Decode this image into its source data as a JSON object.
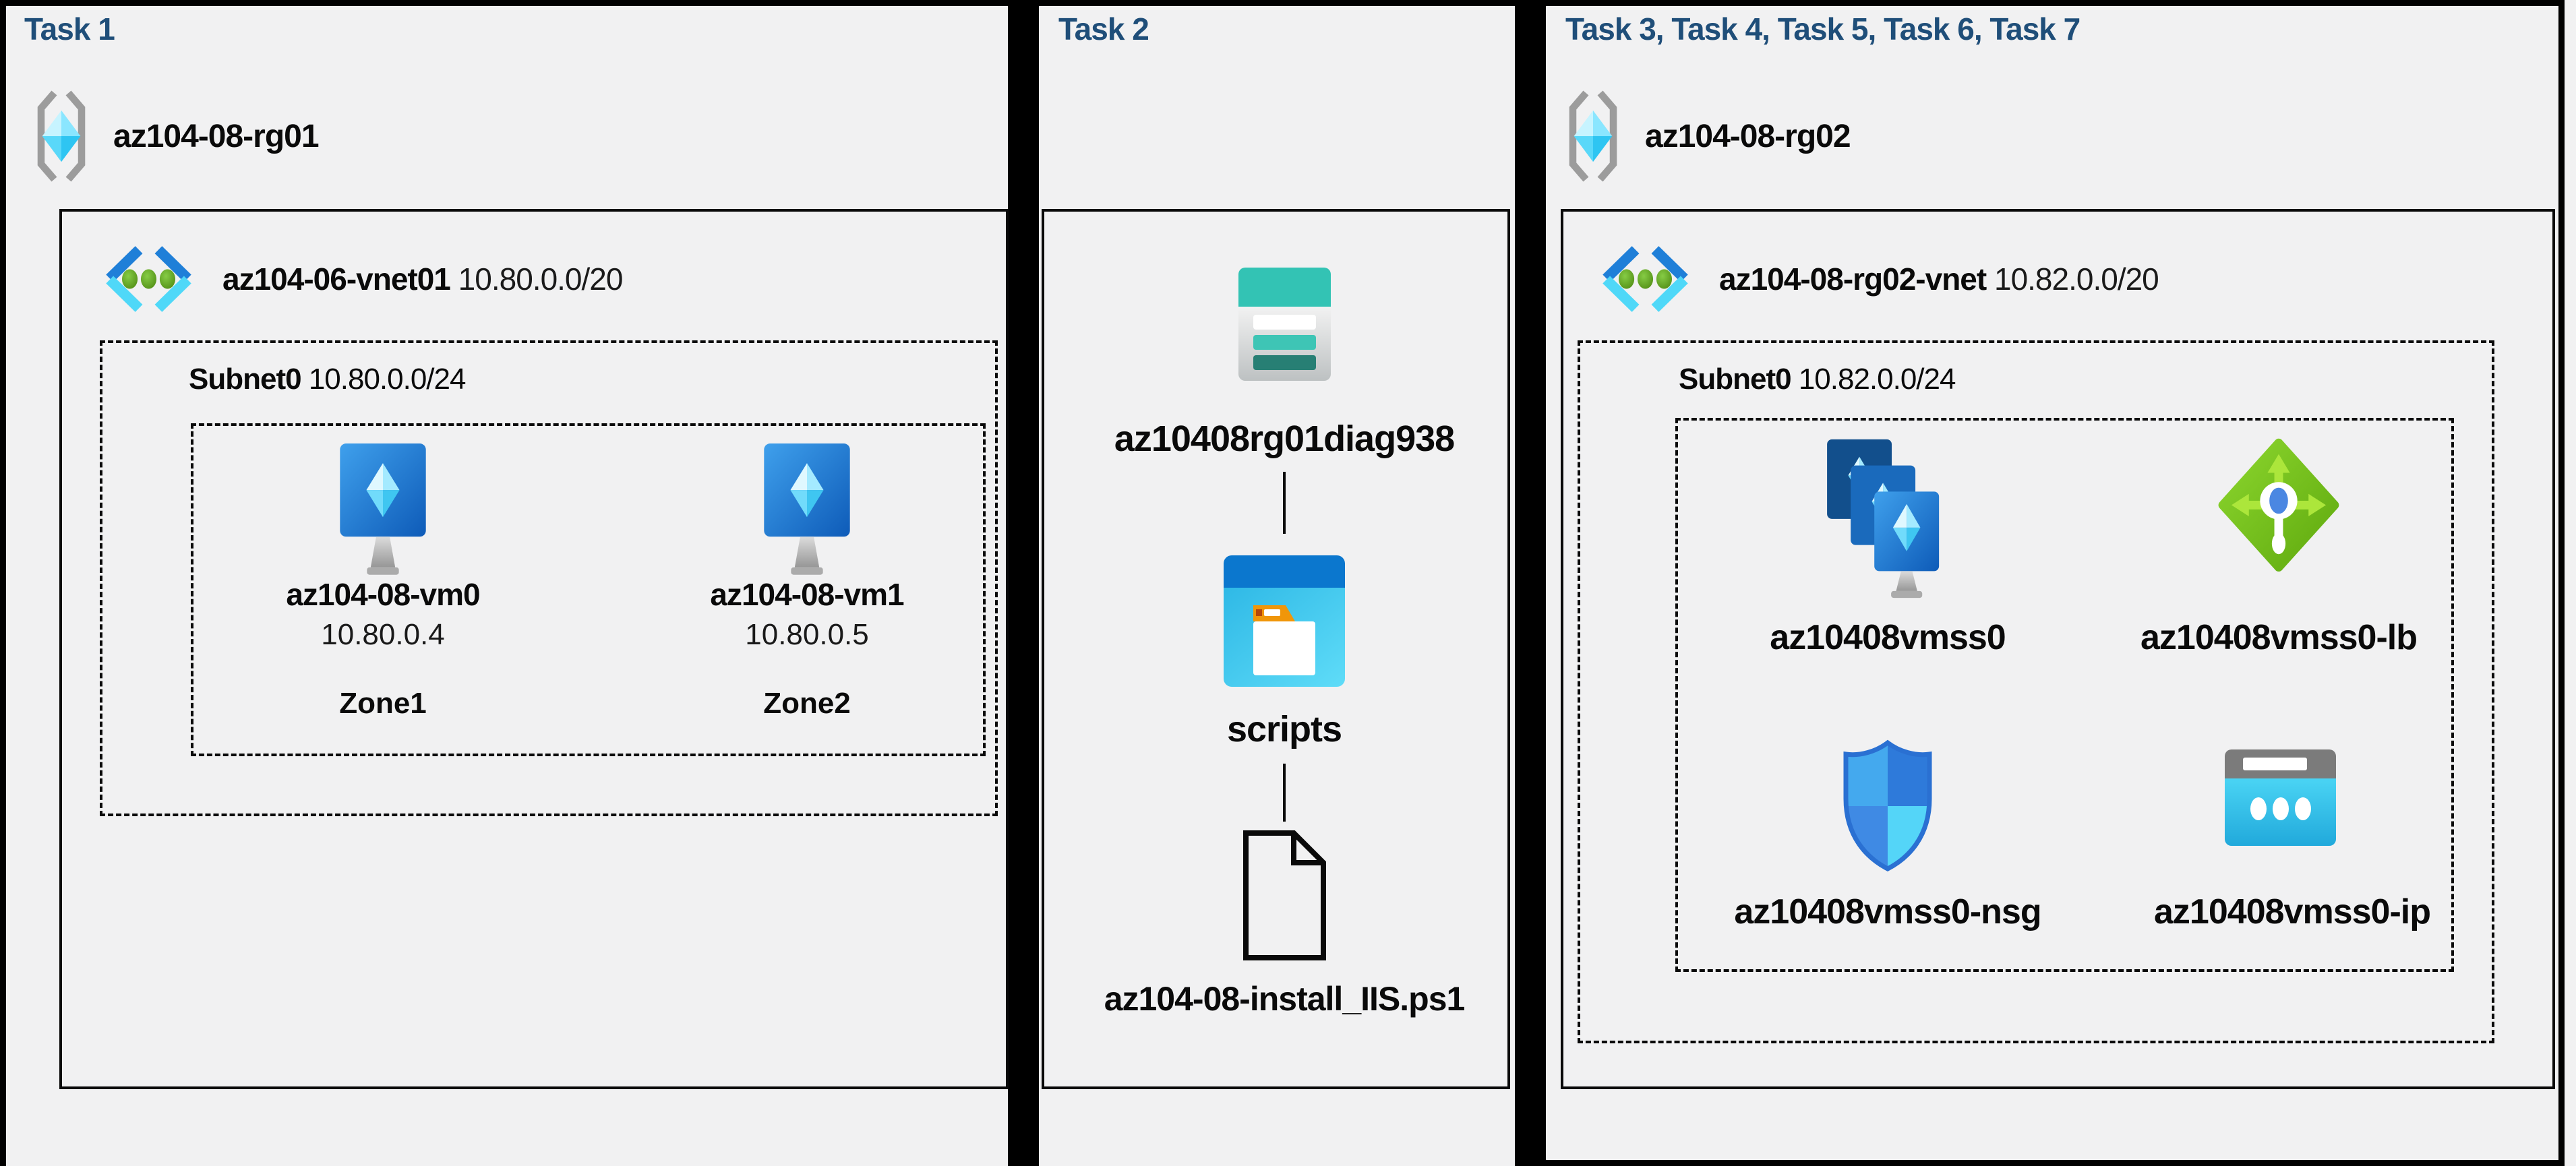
{
  "colors": {
    "title-blue": "#1F4E79",
    "canvas-bg": "#F1F1F2",
    "storage-teal": "#33C3B4",
    "storage-teal-dark": "#277F74",
    "azure-blue": "#0B77CE",
    "crystal-cyan": "#50E6FF",
    "lb-green": "#6FBA1C",
    "vnet-dot-green": "#5B9E24"
  },
  "panels": {
    "task1": {
      "title": "Task 1",
      "resource_group": {
        "name": "az104-08-rg01",
        "icon": "resource-group-icon"
      },
      "vnet": {
        "name": "az104-06-vnet01",
        "cidr": "10.80.0.0/20",
        "icon": "virtual-network-icon"
      },
      "subnet": {
        "name": "Subnet0",
        "cidr": "10.80.0.0/24"
      },
      "vms": [
        {
          "name": "az104-08-vm0",
          "ip": "10.80.0.4",
          "zone": "Zone1",
          "icon": "virtual-machine-icon"
        },
        {
          "name": "az104-08-vm1",
          "ip": "10.80.0.5",
          "zone": "Zone2",
          "icon": "virtual-machine-icon"
        }
      ]
    },
    "task2": {
      "title": "Task 2",
      "storage_account": {
        "name": "az10408rg01diag938",
        "icon": "storage-account-icon"
      },
      "container": {
        "name": "scripts",
        "icon": "blob-container-icon"
      },
      "file": {
        "name": "az104-08-install_IIS.ps1",
        "icon": "file-icon"
      }
    },
    "task3": {
      "title": "Task 3, Task 4, Task 5, Task 6, Task 7",
      "resource_group": {
        "name": "az104-08-rg02",
        "icon": "resource-group-icon"
      },
      "vnet": {
        "name": "az104-08-rg02-vnet",
        "cidr": "10.82.0.0/20",
        "icon": "virtual-network-icon"
      },
      "subnet": {
        "name": "Subnet0",
        "cidr": "10.82.0.0/24"
      },
      "resources": [
        {
          "name": "az10408vmss0",
          "type": "vm-scale-set",
          "icon": "vm-scale-set-icon"
        },
        {
          "name": "az10408vmss0-lb",
          "type": "load-balancer",
          "icon": "load-balancer-icon"
        },
        {
          "name": "az10408vmss0-nsg",
          "type": "network-security-group",
          "icon": "nsg-shield-icon"
        },
        {
          "name": "az10408vmss0-ip",
          "type": "public-ip",
          "icon": "public-ip-icon"
        }
      ]
    }
  }
}
